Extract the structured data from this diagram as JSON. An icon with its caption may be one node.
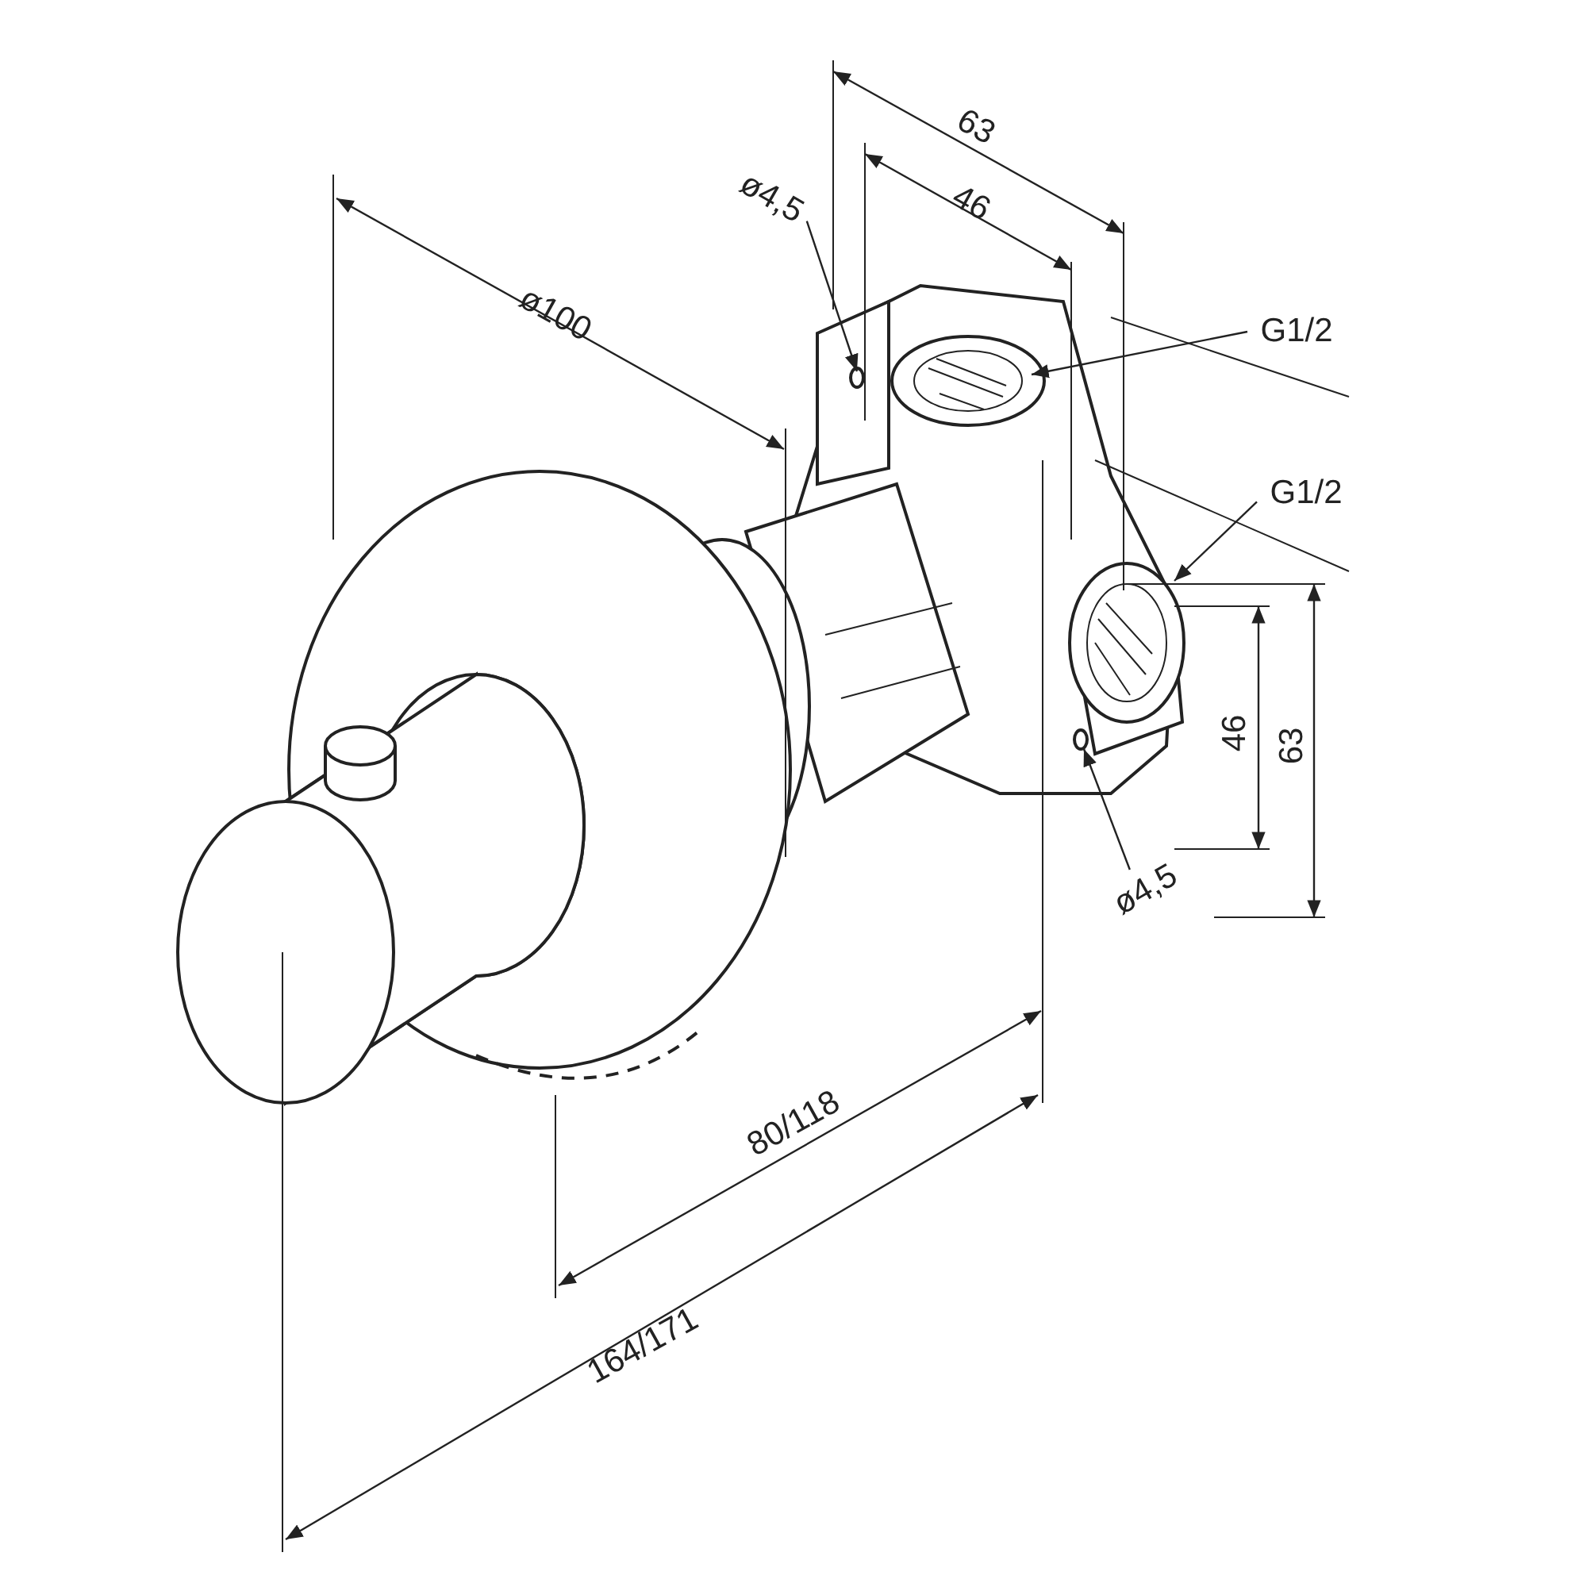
{
  "diagram": {
    "nodes": [
      {
        "text": [
          "ø4,5"
        ]
      },
      {
        "text": [
          "G1/2"
        ]
      },
      {
        "text": [
          "G1/2"
        ]
      },
      {
        "text": [
          "ø4,5"
        ]
      }
    ],
    "edges": [
      {
        "from": 0,
        "to": null,
        "arrow": "to"
      },
      {
        "from": 1,
        "to": null,
        "arrow": "to"
      },
      {
        "from": 2,
        "to": null,
        "arrow": "to"
      },
      {
        "from": 3,
        "to": null,
        "arrow": "to"
      }
    ],
    "labels": [
      "63",
      "46",
      "ø100",
      "46",
      "63",
      "80/118",
      "164/171"
    ]
  }
}
